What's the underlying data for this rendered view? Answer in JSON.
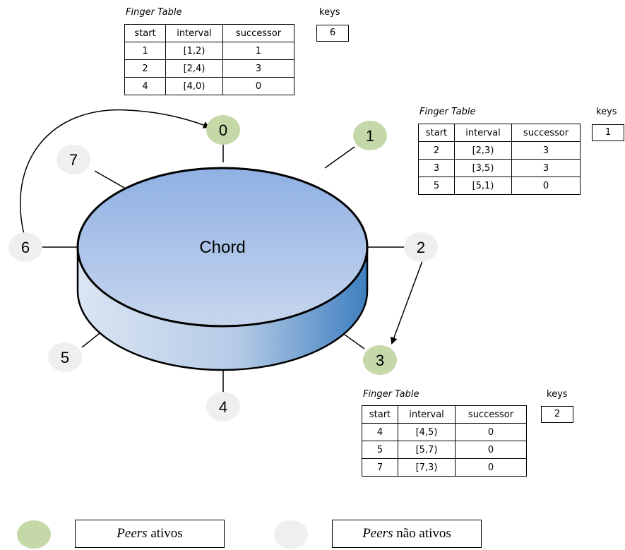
{
  "ring": {
    "label": "Chord",
    "nodes": [
      {
        "id": "0",
        "active": true
      },
      {
        "id": "1",
        "active": true
      },
      {
        "id": "2",
        "active": false
      },
      {
        "id": "3",
        "active": true
      },
      {
        "id": "4",
        "active": false
      },
      {
        "id": "5",
        "active": false
      },
      {
        "id": "6",
        "active": false
      },
      {
        "id": "7",
        "active": false
      }
    ]
  },
  "finger_tables": [
    {
      "node": "0",
      "caption": "Finger Table",
      "keys_label": "keys",
      "keys_value": "6",
      "headers": [
        "start",
        "interval",
        "successor"
      ],
      "rows": [
        [
          "1",
          "[1,2)",
          "1"
        ],
        [
          "2",
          "[2,4)",
          "3"
        ],
        [
          "4",
          "[4,0)",
          "0"
        ]
      ]
    },
    {
      "node": "1",
      "caption": "Finger Table",
      "keys_label": "keys",
      "keys_value": "1",
      "headers": [
        "start",
        "interval",
        "successor"
      ],
      "rows": [
        [
          "2",
          "[2,3)",
          "3"
        ],
        [
          "3",
          "[3,5)",
          "3"
        ],
        [
          "5",
          "[5,1)",
          "0"
        ]
      ]
    },
    {
      "node": "3",
      "caption": "Finger Table",
      "keys_label": "keys",
      "keys_value": "2",
      "headers": [
        "start",
        "interval",
        "successor"
      ],
      "rows": [
        [
          "4",
          "[4,5)",
          "0"
        ],
        [
          "5",
          "[5,7)",
          "0"
        ],
        [
          "7",
          "[7,3)",
          "0"
        ]
      ]
    }
  ],
  "legend": {
    "active_italic": "Peers",
    "active_rest": " ativos",
    "inactive_italic": "Peers",
    "inactive_rest": " não ativos"
  },
  "colors": {
    "active": "#c5d9a8",
    "inactive": "#efefef",
    "disk_top_light": "#a8c0e6",
    "disk_top_dark": "#7f9fd4",
    "disk_side_dark": "#4a85c4"
  }
}
